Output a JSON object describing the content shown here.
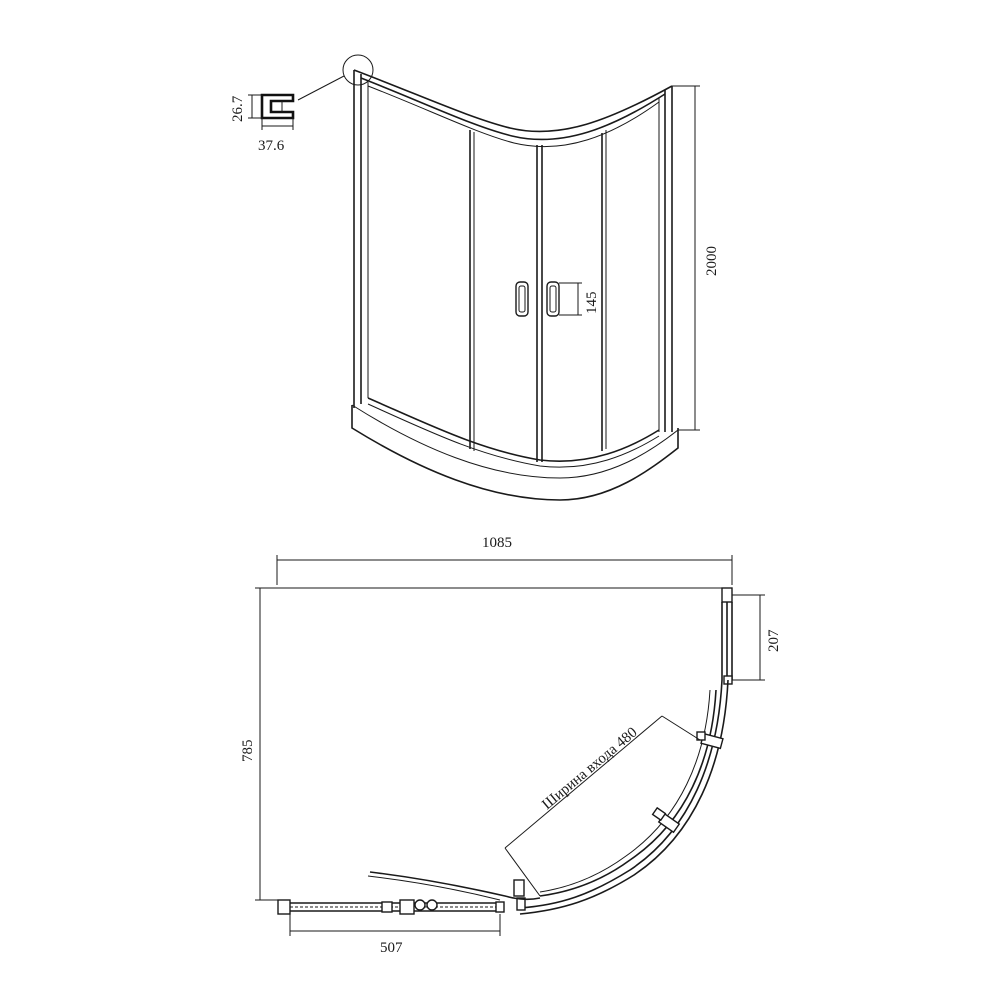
{
  "elevation": {
    "profile_height": "26.7",
    "profile_width": "37.6",
    "height": "2000",
    "handle_height": "145"
  },
  "plan": {
    "total_width": "1085",
    "depth": "785",
    "fixed_panel_width": "207",
    "entrance_label": "Ширина входа 480",
    "door_width": "507"
  }
}
